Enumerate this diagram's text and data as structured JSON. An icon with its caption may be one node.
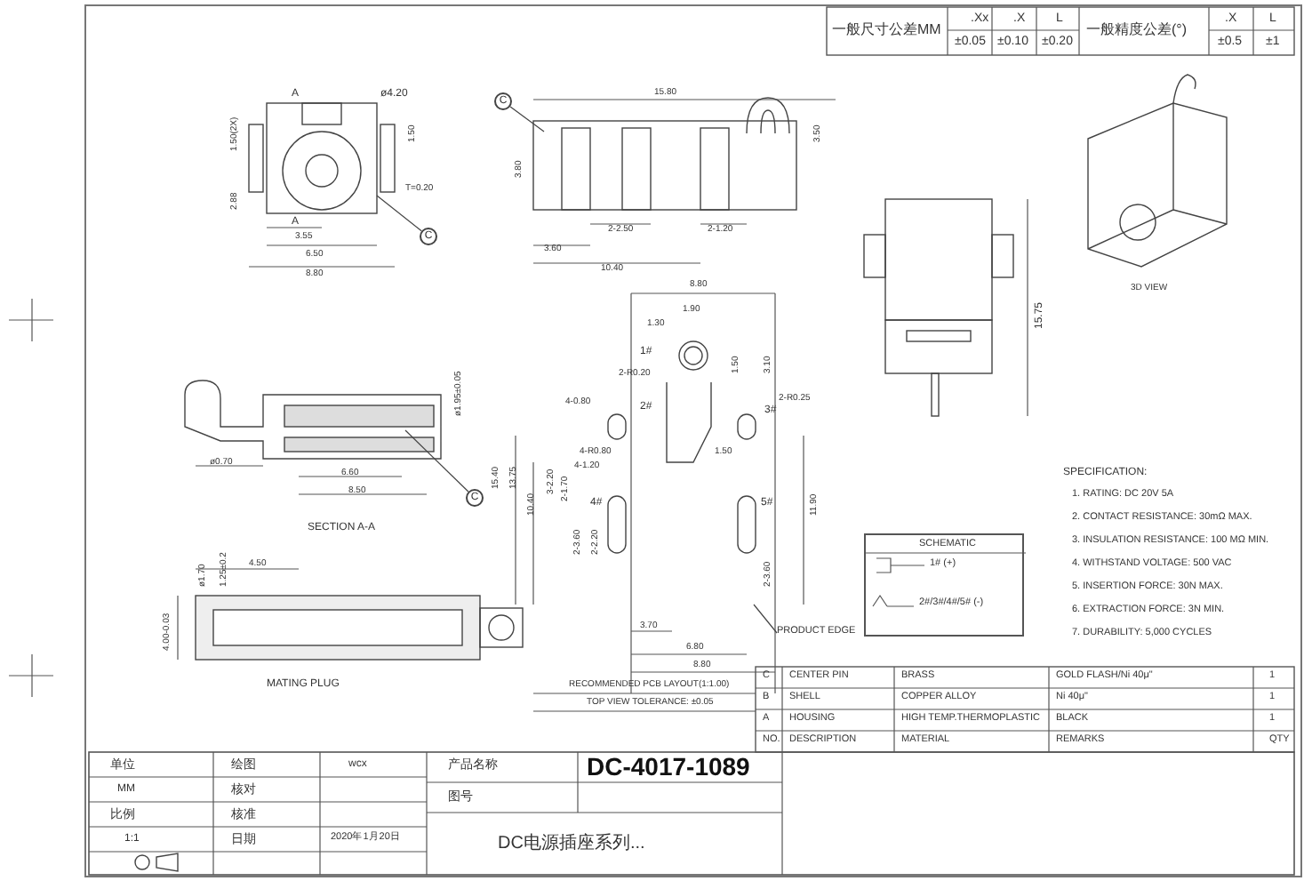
{
  "diagram": {
    "nodes": [
      {
        "text": [
          "C"
        ]
      },
      {
        "text": [
          "C"
        ]
      },
      {
        "text": [
          "C"
        ]
      },
      {
        "text": [
          "PRODUCT EDGE"
        ]
      },
      {
        "text": [
          "SCHEMATIC",
          "1# (+)",
          "2#/3#/4#/5# (-)"
        ]
      }
    ],
    "edges": [
      {
        "from": 0,
        "to": null,
        "arrow": "none"
      },
      {
        "from": 1,
        "to": null,
        "arrow": "none"
      },
      {
        "from": 2,
        "to": null,
        "arrow": "none"
      },
      {
        "from": 3,
        "to": null,
        "arrow": "none"
      }
    ],
    "labels": [
      "一般尺寸公差MM",
      ".Xx",
      ".X",
      "L",
      "±0.05",
      "±0.10",
      "±0.20",
      "一般精度公差(°)",
      ".X",
      "L",
      "±0.5",
      "±1",
      "A",
      "A",
      "ø4.20",
      "1.50(2X)",
      "1.50",
      "2.88",
      "T=0.20",
      "3.55",
      "6.50",
      "8.80",
      "15.80",
      "3.80",
      "3.50",
      "2-2.50",
      "2-1.20",
      "3.60",
      "10.40",
      "15.75",
      "3D VIEW",
      "ø1.95±0.05",
      "ø0.70",
      "6.60",
      "8.50",
      "SECTION A-A",
      "ø1.70",
      "1.25±0.2",
      "4.50",
      "4.00-0.03",
      "MATING PLUG",
      "8.80",
      "1.90",
      "1.30",
      "1#",
      "1.50",
      "3.10",
      "2-R0.20",
      "4-0.80",
      "2#",
      "4-R0.80",
      "1.50",
      "2-R0.25",
      "3#",
      "15.40",
      "13.75",
      "10.40",
      "3-2.20",
      "2-1.70",
      "4-1.20",
      "4#",
      "2-3.60",
      "2-2.20",
      "5#",
      "11.90",
      "2-3.60",
      "3.70",
      "6.80",
      "8.80",
      "RECOMMENDED PCB LAYOUT(1:1.00)",
      "TOP VIEW TOLERANCE: ±0.05",
      "SPECIFICATION:",
      "1. RATING: DC 20V 5A",
      "2. CONTACT RESISTANCE: 30mΩ MAX.",
      "3. INSULATION RESISTANCE: 100 MΩ MIN.",
      "4. WITHSTAND VOLTAGE: 500 VAC",
      "5. INSERTION FORCE: 30N MAX.",
      "6. EXTRACTION FORCE: 3N MIN.",
      "7. DURABILITY: 5,000 CYCLES",
      "C",
      "CENTER PIN",
      "BRASS",
      "GOLD FLASH/Ni 40μ\"",
      "1",
      "B",
      "SHELL",
      "COPPER ALLOY",
      "Ni 40μ\"",
      "1",
      "A",
      "HOUSING",
      "HIGH TEMP.THERMOPLASTIC",
      "BLACK",
      "1",
      "NO.",
      "DESCRIPTION",
      "MATERIAL",
      "REMARKS",
      "QTY",
      "单位",
      "绘图",
      "wcx",
      "产品名称",
      "DC-4017-1089",
      "MM",
      "核对",
      "图号",
      "比例",
      "核准",
      "1:1",
      "日期",
      "2020年1月20日",
      "DC电源插座系列..."
    ]
  }
}
